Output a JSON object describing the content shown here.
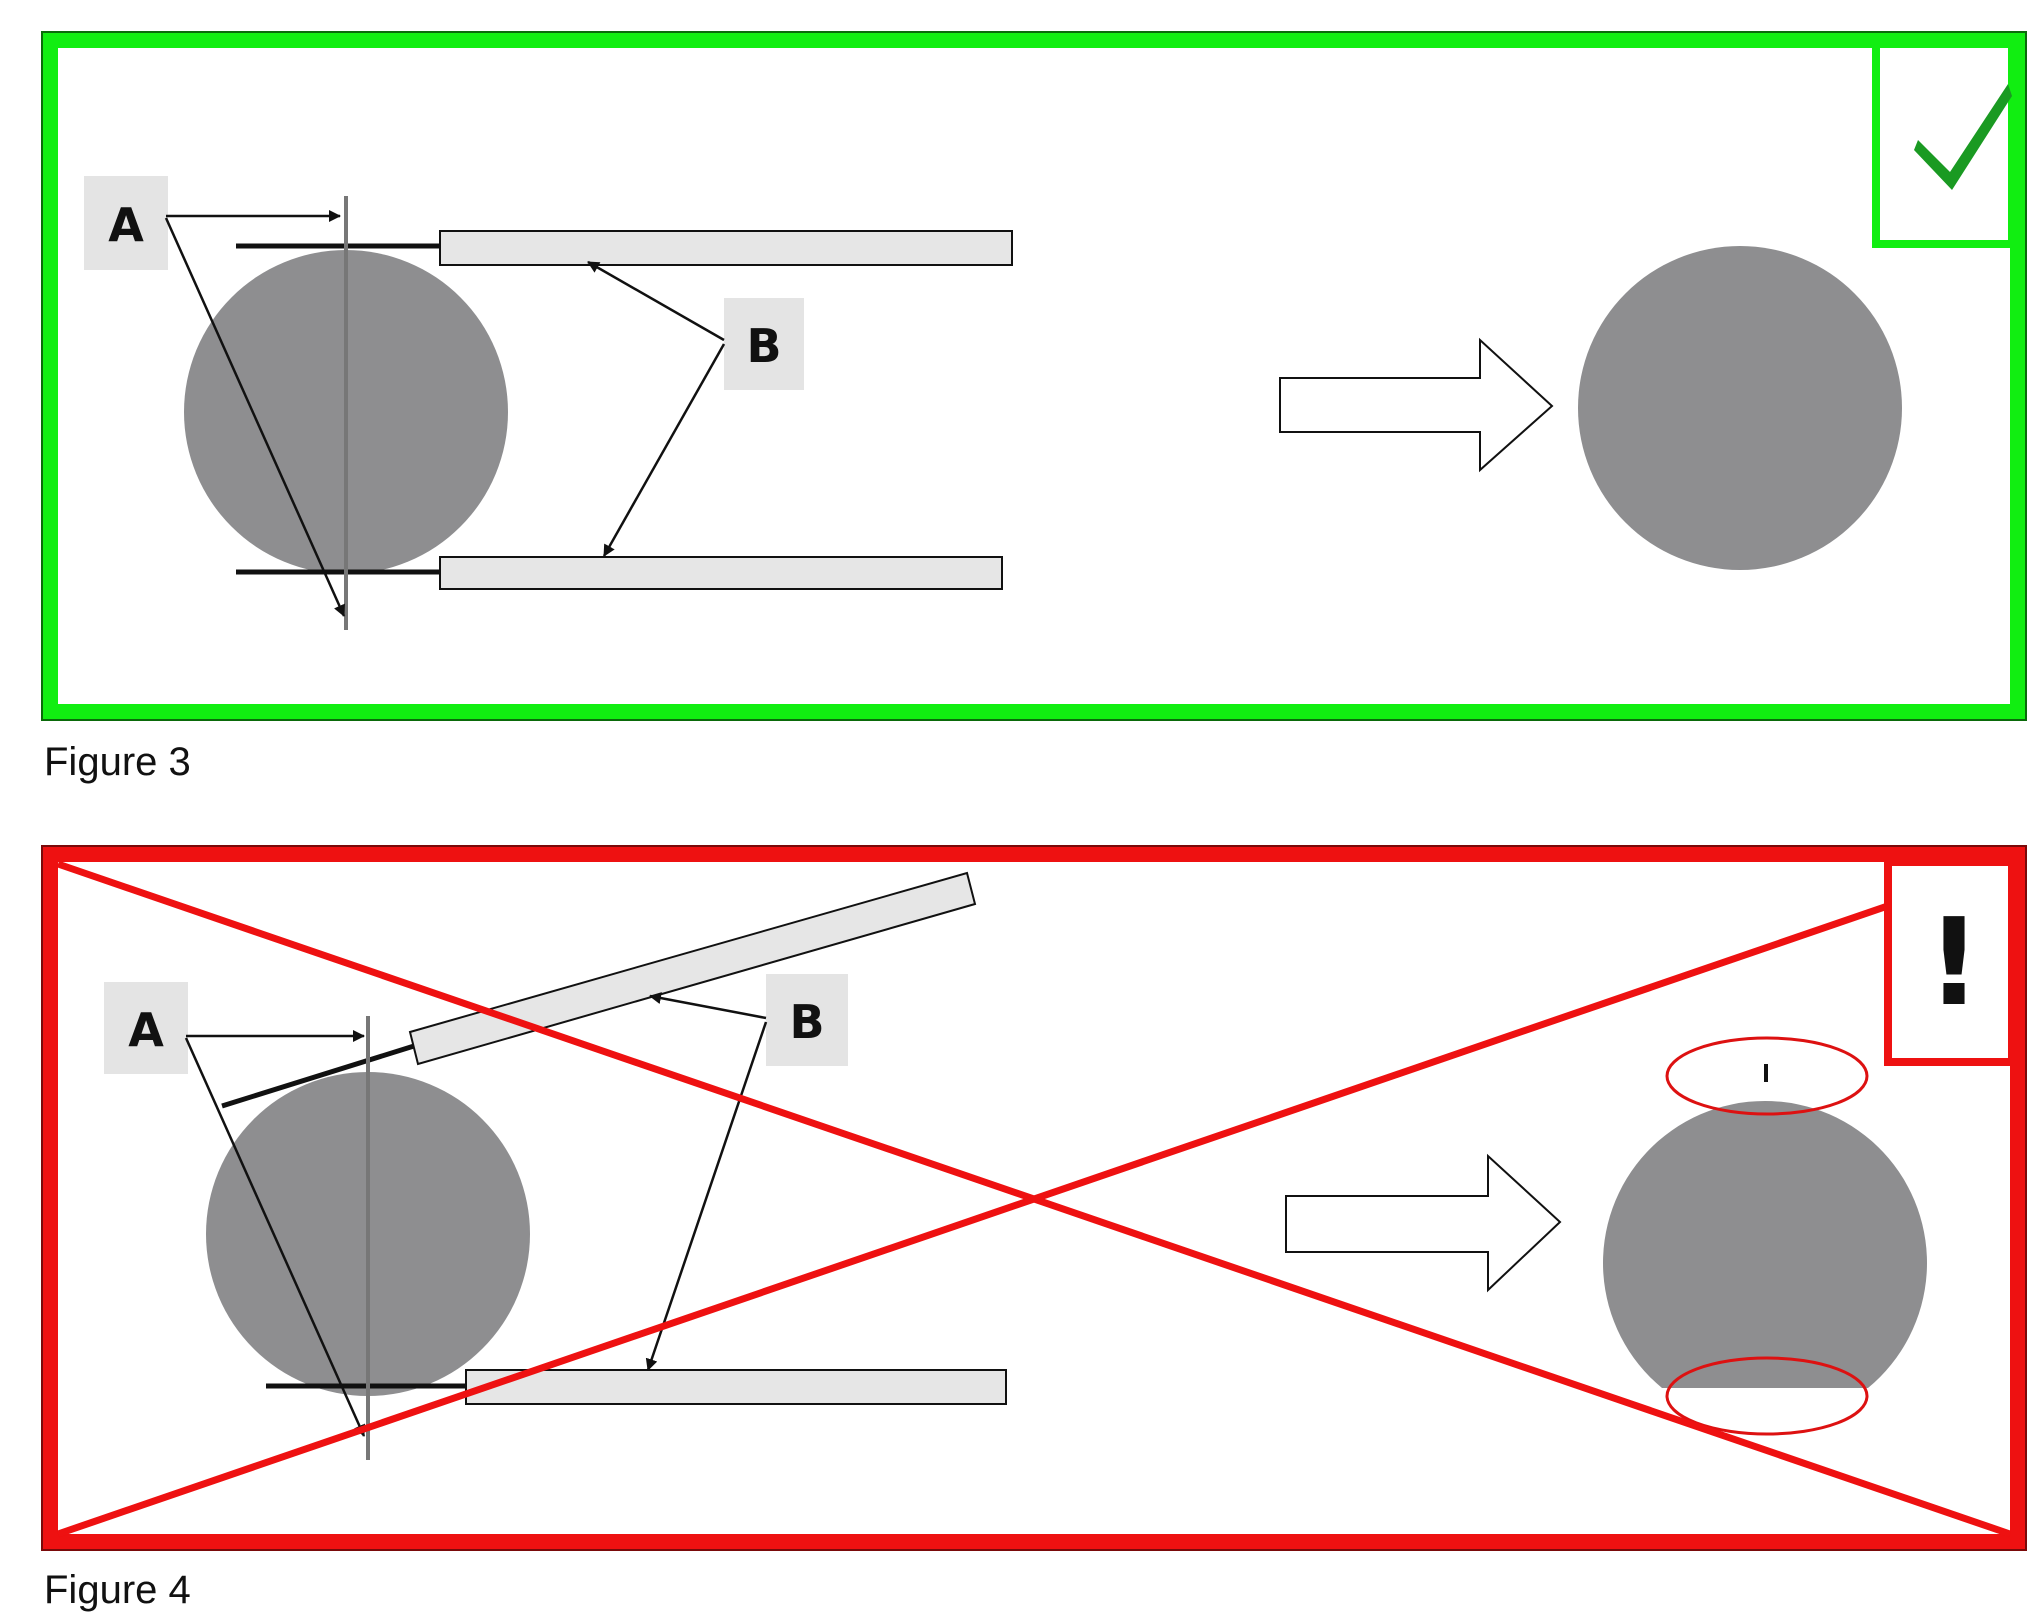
{
  "figures": [
    {
      "caption": "Figure 3",
      "labels": {
        "a": "A",
        "b": "B"
      },
      "status": "correct",
      "status_icon": "checkmark-icon",
      "frame_color": "#11ee11",
      "check_color": "#1a9a22"
    },
    {
      "caption": "Figure 4",
      "labels": {
        "a": "A",
        "b": "B"
      },
      "status": "incorrect",
      "status_icon": "exclamation-icon",
      "status_mark": "!",
      "frame_color": "#ee1111"
    }
  ],
  "colors": {
    "roll_gray": "#8e8e90",
    "bar_fill": "#e6e6e6",
    "label_bg": "#e4e4e4",
    "line": "#111111"
  }
}
